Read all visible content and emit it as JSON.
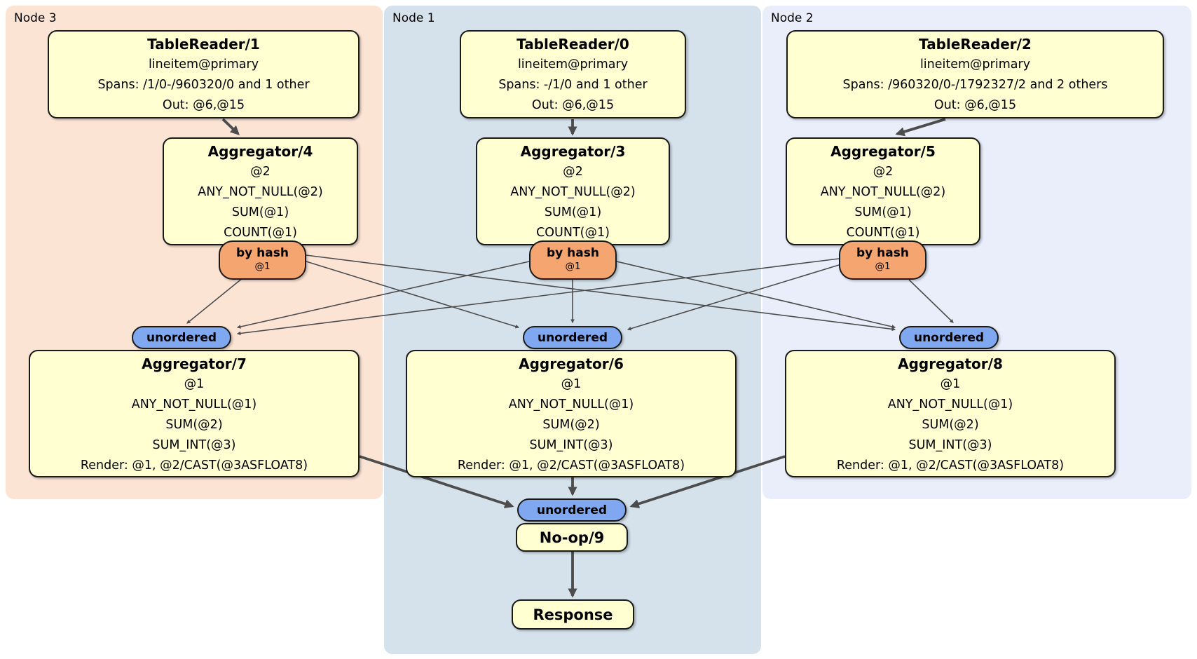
{
  "regions": {
    "node3": {
      "label": "Node 3"
    },
    "node1": {
      "label": "Node 1"
    },
    "node2": {
      "label": "Node 2"
    }
  },
  "processors": {
    "tr1": {
      "title": "TableReader/1",
      "lines": [
        "lineitem@primary",
        "Spans: /1/0-/960320/0 and 1 other",
        "Out: @6,@15"
      ]
    },
    "tr0": {
      "title": "TableReader/0",
      "lines": [
        "lineitem@primary",
        "Spans: -/1/0 and 1 other",
        "Out: @6,@15"
      ]
    },
    "tr2": {
      "title": "TableReader/2",
      "lines": [
        "lineitem@primary",
        "Spans: /960320/0-/1792327/2 and 2 others",
        "Out: @6,@15"
      ]
    },
    "agg4": {
      "title": "Aggregator/4",
      "lines": [
        "@2",
        "ANY_NOT_NULL(@2)",
        "SUM(@1)",
        "COUNT(@1)"
      ]
    },
    "agg3": {
      "title": "Aggregator/3",
      "lines": [
        "@2",
        "ANY_NOT_NULL(@2)",
        "SUM(@1)",
        "COUNT(@1)"
      ]
    },
    "agg5": {
      "title": "Aggregator/5",
      "lines": [
        "@2",
        "ANY_NOT_NULL(@2)",
        "SUM(@1)",
        "COUNT(@1)"
      ]
    },
    "agg7": {
      "title": "Aggregator/7",
      "lines": [
        "@1",
        "ANY_NOT_NULL(@1)",
        "SUM(@2)",
        "SUM_INT(@3)",
        "Render: @1, @2/CAST(@3ASFLOAT8)"
      ]
    },
    "agg6": {
      "title": "Aggregator/6",
      "lines": [
        "@1",
        "ANY_NOT_NULL(@1)",
        "SUM(@2)",
        "SUM_INT(@3)",
        "Render: @1, @2/CAST(@3ASFLOAT8)"
      ]
    },
    "agg8": {
      "title": "Aggregator/8",
      "lines": [
        "@1",
        "ANY_NOT_NULL(@1)",
        "SUM(@2)",
        "SUM_INT(@3)",
        "Render: @1, @2/CAST(@3ASFLOAT8)"
      ]
    },
    "noop": {
      "title": "No-op/9"
    },
    "response": {
      "title": "Response"
    }
  },
  "routers": {
    "hash3": {
      "label": "by hash",
      "detail": "@1"
    },
    "hash1": {
      "label": "by hash",
      "detail": "@1"
    },
    "hash2": {
      "label": "by hash",
      "detail": "@1"
    }
  },
  "streams": {
    "s3": {
      "label": "unordered"
    },
    "s1": {
      "label": "unordered"
    },
    "s2": {
      "label": "unordered"
    },
    "final": {
      "label": "unordered"
    }
  },
  "colors": {
    "region_node3_bg": "#fce4d5",
    "region_node1_bg": "#d5e2eb",
    "region_node2_bg": "#e9eefa",
    "processor_bg": "#ffffd2",
    "router_bg": "#f5a56f",
    "stream_bg": "#7fa8f0",
    "border": "#1a1a1a",
    "edge": "#4d4d4d"
  }
}
